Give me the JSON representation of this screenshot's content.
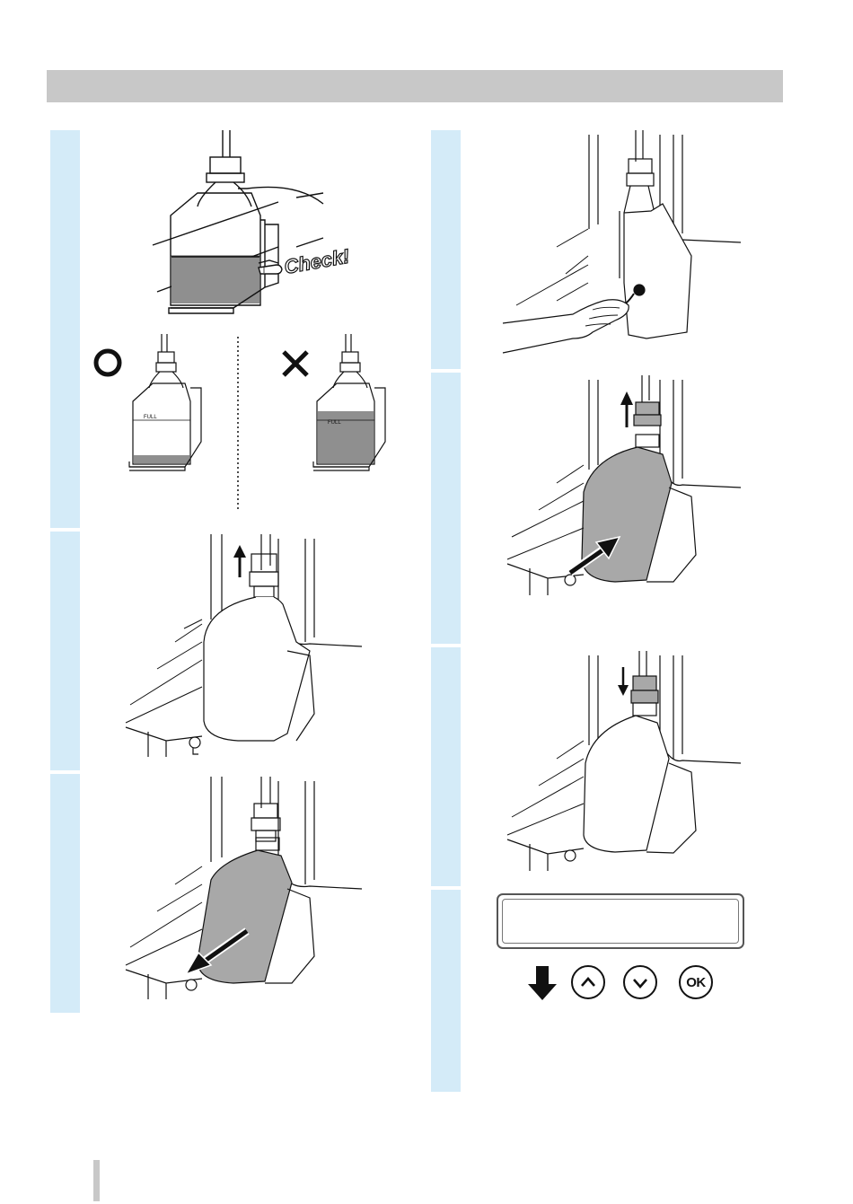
{
  "page": {
    "header": "",
    "footer": ""
  },
  "steps": [
    {
      "id": 1,
      "column": "left",
      "text": ""
    },
    {
      "id": 2,
      "column": "left",
      "text": ""
    },
    {
      "id": 3,
      "column": "left",
      "text": ""
    },
    {
      "id": 4,
      "column": "right",
      "text": ""
    },
    {
      "id": 5,
      "column": "right",
      "text": ""
    },
    {
      "id": 6,
      "column": "right",
      "text": ""
    },
    {
      "id": 7,
      "column": "right",
      "text": ""
    }
  ],
  "illustrations": {
    "check_label": "Check!",
    "full_label": "FULL",
    "correct_symbol": "circle-mark",
    "incorrect_symbol": "cross-mark"
  },
  "operation_panel": {
    "display_text": "",
    "keys": [
      {
        "name": "down-arrow-icon"
      },
      {
        "name": "up-key"
      },
      {
        "name": "down-key"
      },
      {
        "name": "ok-key",
        "label": "OK"
      }
    ]
  },
  "colors": {
    "step_band": "#d4ebf8",
    "header_bar": "#c8c8c8",
    "liquid": "#8f8f8f"
  }
}
